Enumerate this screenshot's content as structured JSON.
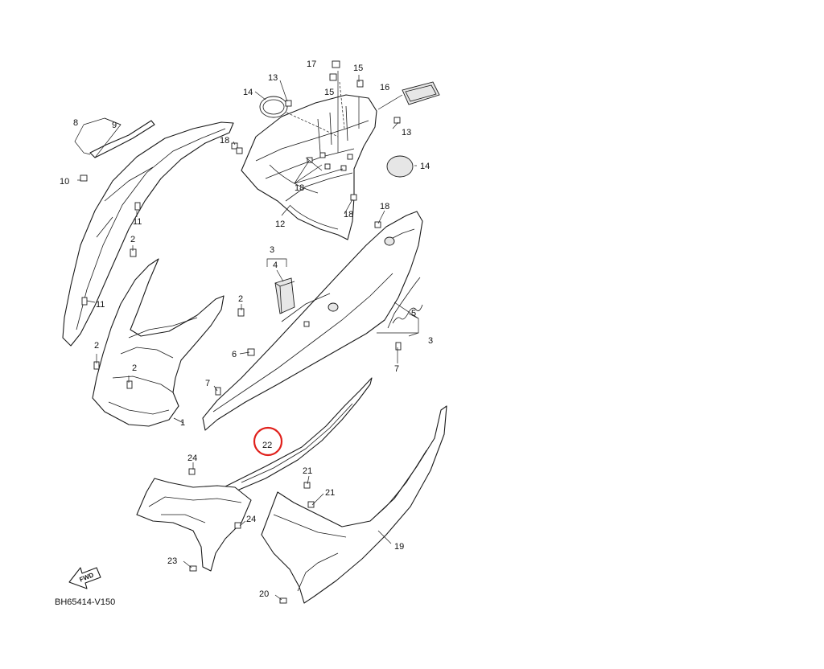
{
  "diagram_code": "BH65414-V150",
  "direction_label": "FWD",
  "highlight_color": "#e0201b",
  "callouts": {
    "c1": "1",
    "c2a": "2",
    "c2b": "2",
    "c2c": "2",
    "c2d": "2",
    "c3a": "3",
    "c3b": "3",
    "c4": "4",
    "c5": "5",
    "c6": "6",
    "c7a": "7",
    "c7b": "7",
    "c8": "8",
    "c9": "9",
    "c10": "10",
    "c11a": "11",
    "c11b": "11",
    "c12": "12",
    "c13a": "13",
    "c13b": "13",
    "c14a": "14",
    "c14b": "14",
    "c15a": "15",
    "c15b": "15",
    "c16": "16",
    "c17": "17",
    "c18a": "18",
    "c18b": "18",
    "c18c": "18",
    "c18d": "18",
    "c19": "19",
    "c20": "20",
    "c21a": "21",
    "c21b": "21",
    "c22": "22",
    "c23": "23",
    "c24a": "24",
    "c24b": "24"
  }
}
